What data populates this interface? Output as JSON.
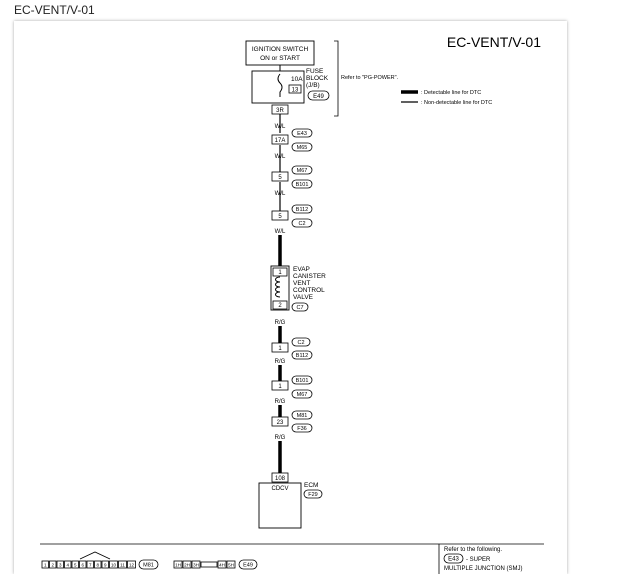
{
  "page_label": "EC-VENT/V-01",
  "diagram": {
    "code": "EC-VENT/V-01",
    "ignition": [
      "IGNITION SWITCH",
      "ON or START"
    ],
    "fuse_block": [
      "FUSE",
      "BLOCK",
      "(J/B)"
    ],
    "fuse_amp": "10A",
    "fuse_num": "13",
    "fuse_conn": "E49",
    "fuse_pin": "3R",
    "refer_pg": "Refer to \"PG-POWER\".",
    "legend_detectable": ": Detectable line for DTC",
    "legend_non_detectable": ": Non-detectable line for DTC",
    "w1": "W/L",
    "j1_pin": "17A",
    "j1_conn_a": "E43",
    "j1_conn_b": "M65",
    "w2": "W/L",
    "j2_pin": "5",
    "j2_conn_a": "M67",
    "j2_conn_b": "B101",
    "w3": "W/L",
    "j3_pin": "5",
    "j3_conn_a": "B112",
    "j3_conn_b": "C2",
    "w4": "W/L",
    "valve_pin_top": "1",
    "valve_pin_bottom": "2",
    "valve_conn": "C7",
    "valve_label": [
      "EVAP",
      "CANISTER",
      "VENT",
      "CONTROL",
      "VALVE"
    ],
    "w5": "R/G",
    "j4_pin": "1",
    "j4_conn_a": "C2",
    "j4_conn_b": "B112",
    "w6": "R/G",
    "j5_pin": "1",
    "j5_conn_a": "B101",
    "j5_conn_b": "M67",
    "w7": "R/G",
    "j6_pin": "23",
    "j6_conn_a": "M81",
    "j6_conn_b": "F36",
    "w8": "R/G",
    "ecm_pin": "108",
    "ecm_terminal": "CDCV",
    "ecm_label": "ECM",
    "ecm_conn": "F29",
    "bottom_pins_a": [
      "1",
      "2",
      "3",
      "4",
      "5",
      "6",
      "7",
      "8",
      "9",
      "10",
      "11",
      "12"
    ],
    "bottom_conn_a": "M81",
    "bottom_pins_b": [
      "1H",
      "2H",
      "3H",
      "4H",
      "5H"
    ],
    "bottom_conn_b": "E49",
    "refer_following": "Refer to the following.",
    "smj_conn": "E43",
    "smj_text": [
      "- SUPER",
      "MULTIPLE JUNCTION (SMJ)"
    ]
  }
}
